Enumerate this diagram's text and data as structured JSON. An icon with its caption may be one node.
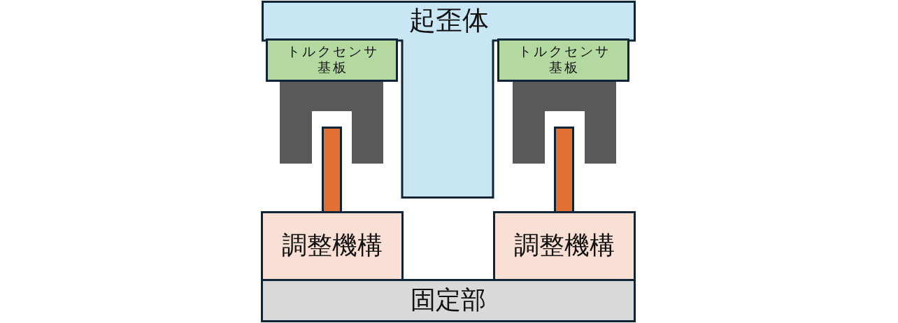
{
  "diagram": {
    "nodes": [
      {
        "text": [
          "起歪体"
        ]
      },
      {
        "text": [
          "トルクセンサ基板"
        ]
      },
      {
        "text": [
          "トルクセンサ基板"
        ]
      },
      {
        "text": [],
        "shape": "block"
      },
      {
        "text": [],
        "shape": "block"
      },
      {
        "text": [],
        "shape": "bar"
      },
      {
        "text": [],
        "shape": "bar"
      },
      {
        "text": [
          "調整機構"
        ]
      },
      {
        "text": [
          "調整機構"
        ]
      },
      {
        "text": [
          "固定部"
        ]
      }
    ]
  }
}
